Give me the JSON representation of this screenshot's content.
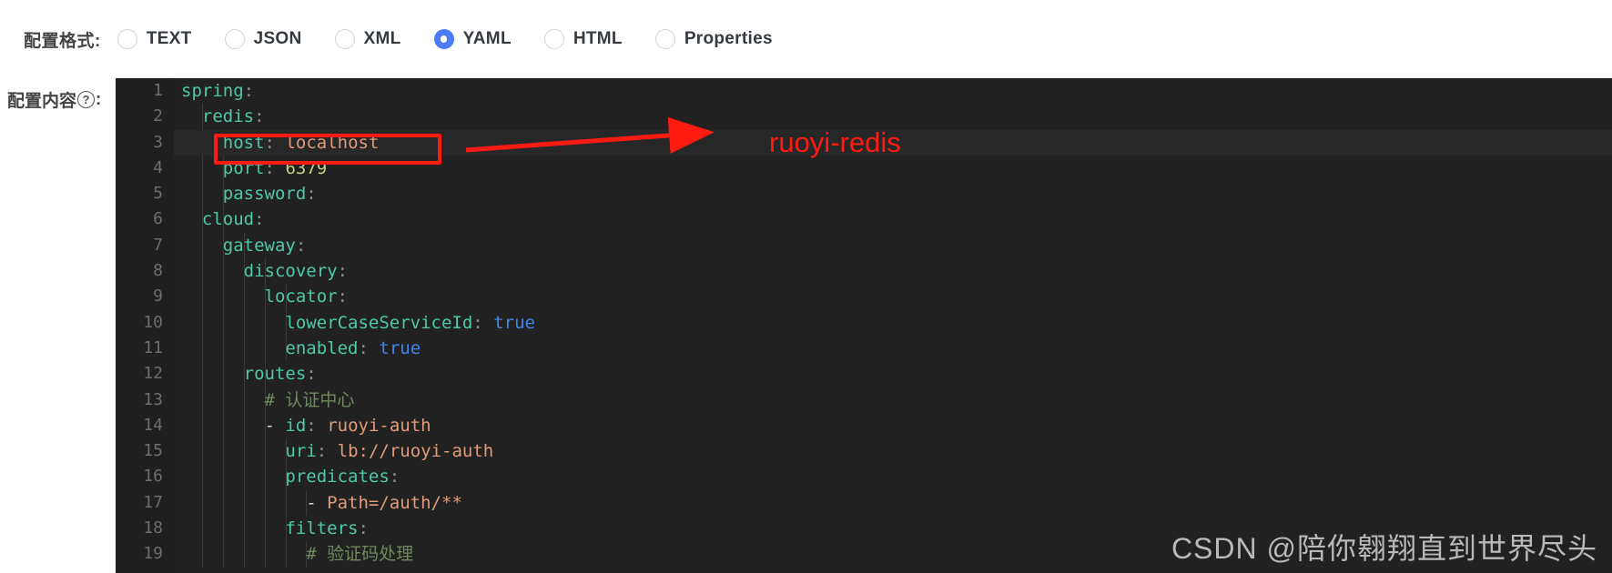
{
  "format_row": {
    "label": "配置格式:",
    "options": [
      {
        "label": "TEXT",
        "checked": false
      },
      {
        "label": "JSON",
        "checked": false
      },
      {
        "label": "XML",
        "checked": false
      },
      {
        "label": "YAML",
        "checked": true
      },
      {
        "label": "HTML",
        "checked": false
      },
      {
        "label": "Properties",
        "checked": false
      }
    ],
    "selected": "YAML"
  },
  "content_label": {
    "text_before": "配置内容",
    "help_glyph": "?",
    "text_after": ":"
  },
  "editor": {
    "language": "yaml",
    "background": "#212121",
    "gutter_background": "#1f1f1f",
    "active_line": 3,
    "lines": [
      {
        "n": "1",
        "tokens": [
          {
            "t": "spring",
            "c": "k"
          },
          {
            "t": ":",
            "c": "pn"
          }
        ]
      },
      {
        "n": "2",
        "tokens": [
          {
            "t": "  ",
            "c": ""
          },
          {
            "t": "redis",
            "c": "k"
          },
          {
            "t": ":",
            "c": "pn"
          }
        ]
      },
      {
        "n": "3",
        "tokens": [
          {
            "t": "    ",
            "c": ""
          },
          {
            "t": "host",
            "c": "k"
          },
          {
            "t": ":",
            "c": "pn"
          },
          {
            "t": " ",
            "c": ""
          },
          {
            "t": "localhost",
            "c": "str"
          }
        ]
      },
      {
        "n": "4",
        "tokens": [
          {
            "t": "    ",
            "c": ""
          },
          {
            "t": "port",
            "c": "k"
          },
          {
            "t": ":",
            "c": "pn"
          },
          {
            "t": " ",
            "c": ""
          },
          {
            "t": "6379",
            "c": "num"
          }
        ]
      },
      {
        "n": "5",
        "tokens": [
          {
            "t": "    ",
            "c": ""
          },
          {
            "t": "password",
            "c": "k"
          },
          {
            "t": ":",
            "c": "pn"
          }
        ]
      },
      {
        "n": "6",
        "tokens": [
          {
            "t": "  ",
            "c": ""
          },
          {
            "t": "cloud",
            "c": "k"
          },
          {
            "t": ":",
            "c": "pn"
          }
        ]
      },
      {
        "n": "7",
        "tokens": [
          {
            "t": "    ",
            "c": ""
          },
          {
            "t": "gateway",
            "c": "k"
          },
          {
            "t": ":",
            "c": "pn"
          }
        ]
      },
      {
        "n": "8",
        "tokens": [
          {
            "t": "      ",
            "c": ""
          },
          {
            "t": "discovery",
            "c": "k"
          },
          {
            "t": ":",
            "c": "pn"
          }
        ]
      },
      {
        "n": "9",
        "tokens": [
          {
            "t": "        ",
            "c": ""
          },
          {
            "t": "locator",
            "c": "k"
          },
          {
            "t": ":",
            "c": "pn"
          }
        ]
      },
      {
        "n": "10",
        "tokens": [
          {
            "t": "          ",
            "c": ""
          },
          {
            "t": "lowerCaseServiceId",
            "c": "k"
          },
          {
            "t": ":",
            "c": "pn"
          },
          {
            "t": " ",
            "c": ""
          },
          {
            "t": "true",
            "c": "bool"
          }
        ]
      },
      {
        "n": "11",
        "tokens": [
          {
            "t": "          ",
            "c": ""
          },
          {
            "t": "enabled",
            "c": "k"
          },
          {
            "t": ":",
            "c": "pn"
          },
          {
            "t": " ",
            "c": ""
          },
          {
            "t": "true",
            "c": "bool"
          }
        ]
      },
      {
        "n": "12",
        "tokens": [
          {
            "t": "      ",
            "c": ""
          },
          {
            "t": "routes",
            "c": "k"
          },
          {
            "t": ":",
            "c": "pn"
          }
        ]
      },
      {
        "n": "13",
        "tokens": [
          {
            "t": "        ",
            "c": ""
          },
          {
            "t": "# 认证中心",
            "c": "cmt"
          }
        ]
      },
      {
        "n": "14",
        "tokens": [
          {
            "t": "        ",
            "c": ""
          },
          {
            "t": "- ",
            "c": "dash"
          },
          {
            "t": "id",
            "c": "k"
          },
          {
            "t": ":",
            "c": "pn"
          },
          {
            "t": " ",
            "c": ""
          },
          {
            "t": "ruoyi-auth",
            "c": "str"
          }
        ]
      },
      {
        "n": "15",
        "tokens": [
          {
            "t": "          ",
            "c": ""
          },
          {
            "t": "uri",
            "c": "k"
          },
          {
            "t": ":",
            "c": "pn"
          },
          {
            "t": " ",
            "c": ""
          },
          {
            "t": "lb://ruoyi-auth",
            "c": "str"
          }
        ]
      },
      {
        "n": "16",
        "tokens": [
          {
            "t": "          ",
            "c": ""
          },
          {
            "t": "predicates",
            "c": "k"
          },
          {
            "t": ":",
            "c": "pn"
          }
        ]
      },
      {
        "n": "17",
        "tokens": [
          {
            "t": "            ",
            "c": ""
          },
          {
            "t": "- ",
            "c": "dash"
          },
          {
            "t": "Path=/auth/**",
            "c": "str"
          }
        ]
      },
      {
        "n": "18",
        "tokens": [
          {
            "t": "          ",
            "c": ""
          },
          {
            "t": "filters",
            "c": "k"
          },
          {
            "t": ":",
            "c": "pn"
          }
        ]
      },
      {
        "n": "19",
        "tokens": [
          {
            "t": "            ",
            "c": ""
          },
          {
            "t": "# 验证码处理",
            "c": "cmt"
          }
        ]
      }
    ]
  },
  "annotations": {
    "highlight_target": "host: localhost",
    "callout_text": "ruoyi-redis",
    "callout_color": "#ff1a12"
  },
  "watermark": {
    "text": "CSDN @陪你翱翔直到世界尽头"
  }
}
